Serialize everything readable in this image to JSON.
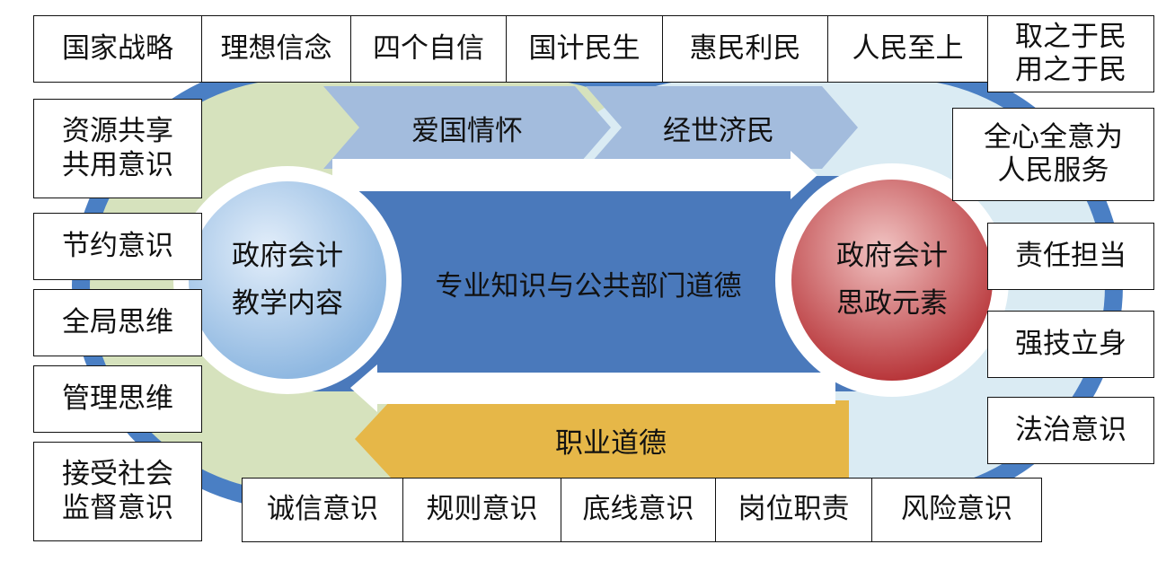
{
  "top_row": [
    "国家战略",
    "理想信念",
    "四个自信",
    "国计民生",
    "惠民利民",
    "人民至上",
    "取之于民\n用之于民"
  ],
  "left_column": [
    "资源共享\n共用意识",
    "节约意识",
    "全局思维",
    "管理思维",
    "接受社会\n监督意识"
  ],
  "right_column": [
    "全心全意为\n人民服务",
    "责任担当",
    "强技立身",
    "法治意识"
  ],
  "bottom_row": [
    "诚信意识",
    "规则意识",
    "底线意识",
    "岗位职责",
    "风险意识"
  ],
  "top_chevrons": [
    "爱国情怀",
    "经世济民"
  ],
  "bottom_band": "职业道德",
  "center_text": "专业知识与公共部门道德",
  "left_circle": "政府会计\n教学内容",
  "right_circle": "政府会计\n思政元素",
  "colors": {
    "outer_ring": "#4a7fc4",
    "left_arc": "#d6e2bd",
    "right_arc": "#daebf3",
    "chevron": "#a3bcdd",
    "center": "#4a79bb",
    "bottom_band": "#e6b748",
    "left_circle": "#9cc2e6",
    "right_circle": "#c0484a"
  }
}
